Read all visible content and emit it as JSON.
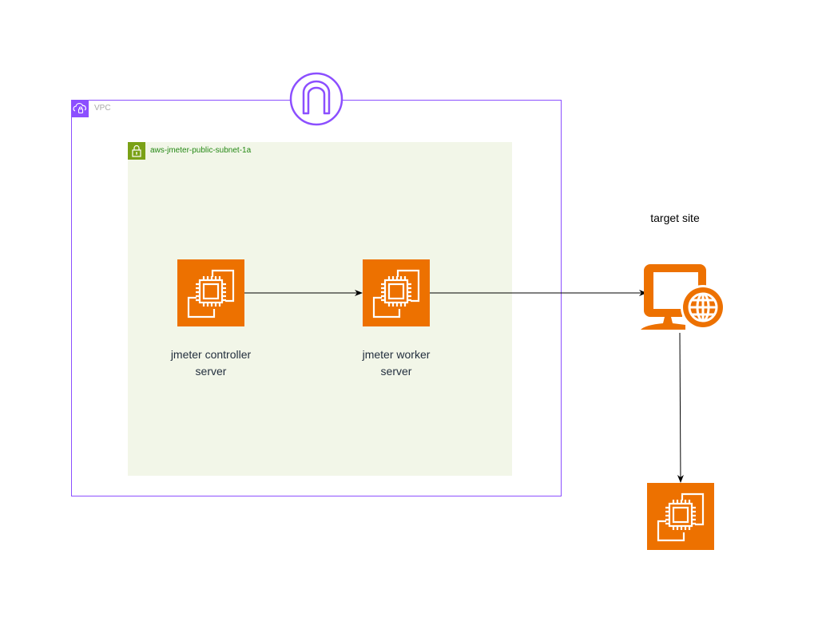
{
  "diagram": {
    "vpc": {
      "label": "VPC",
      "icon": "vpc-cloud-lock-icon",
      "color": "#8c4fff"
    },
    "subnet": {
      "label": "aws-jmeter-public-subnet-1a",
      "icon": "padlock-icon",
      "color": "#7aa116",
      "label_color": "#248814",
      "fill": "#f2f6e8"
    },
    "internet_gateway": {
      "icon": "internet-gateway-icon",
      "color": "#8c4fff"
    },
    "nodes": [
      {
        "id": "controller",
        "label_line1": "jmeter controller",
        "label_line2": "server",
        "icon": "ec2-instance-icon",
        "color": "#ed7100"
      },
      {
        "id": "worker",
        "label_line1": "jmeter worker",
        "label_line2": "server",
        "icon": "ec2-instance-icon",
        "color": "#ed7100"
      },
      {
        "id": "target",
        "label": "target site",
        "icon": "client-globe-icon",
        "color": "#ed7100"
      },
      {
        "id": "backend",
        "label": "",
        "icon": "ec2-instance-icon",
        "color": "#ed7100"
      }
    ],
    "edges": [
      {
        "from": "controller",
        "to": "worker"
      },
      {
        "from": "worker",
        "to": "target"
      },
      {
        "from": "target",
        "to": "backend"
      }
    ]
  }
}
